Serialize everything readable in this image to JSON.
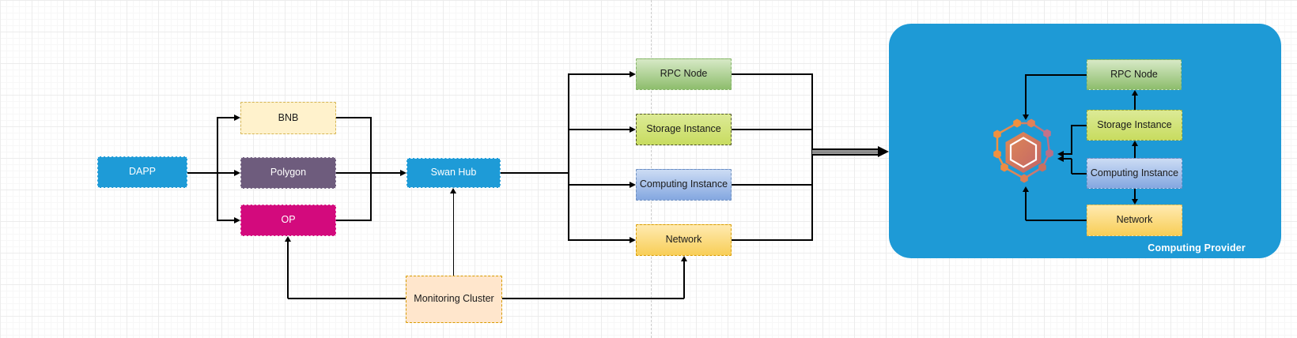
{
  "nodes": {
    "dapp": {
      "label": "DAPP"
    },
    "bnb": {
      "label": "BNB"
    },
    "polygon": {
      "label": "Polygon"
    },
    "op": {
      "label": "OP"
    },
    "swan_hub": {
      "label": "Swan Hub"
    },
    "monitoring_cluster": {
      "label": "Monitoring Cluster"
    }
  },
  "resources": [
    {
      "label": "RPC Node"
    },
    {
      "label": "Storage Instance"
    },
    {
      "label": "Computing Instance"
    },
    {
      "label": "Network"
    }
  ],
  "provider": {
    "label": "Computing Provider",
    "icon": "hexagon-cluster-icon",
    "resources": [
      {
        "label": "RPC Node"
      },
      {
        "label": "Storage Instance"
      },
      {
        "label": "Computing Instance"
      },
      {
        "label": "Network"
      }
    ]
  },
  "edges": [
    {
      "from": "DAPP",
      "to": "BNB"
    },
    {
      "from": "DAPP",
      "to": "Polygon"
    },
    {
      "from": "DAPP",
      "to": "OP"
    },
    {
      "from": "BNB",
      "to": "Swan Hub"
    },
    {
      "from": "Polygon",
      "to": "Swan Hub"
    },
    {
      "from": "OP",
      "to": "Swan Hub"
    },
    {
      "from": "Swan Hub",
      "to": "RPC Node"
    },
    {
      "from": "Swan Hub",
      "to": "Storage Instance"
    },
    {
      "from": "Swan Hub",
      "to": "Computing Instance"
    },
    {
      "from": "Swan Hub",
      "to": "Network"
    },
    {
      "from": "Resources",
      "to": "Computing Provider"
    },
    {
      "from": "Monitoring Cluster",
      "to": "Swan Hub"
    },
    {
      "from": "Monitoring Cluster",
      "to": "OP"
    },
    {
      "from": "Monitoring Cluster",
      "to": "Network"
    },
    {
      "from": "Provider RPC Node",
      "to": "Hexagon cluster"
    },
    {
      "from": "Provider Storage Instance",
      "to": "Hexagon cluster"
    },
    {
      "from": "Provider Computing Instance",
      "to": "Hexagon cluster"
    },
    {
      "from": "Provider Network",
      "to": "Hexagon cluster"
    },
    {
      "from": "Provider Storage Instance",
      "to": "Provider RPC Node"
    },
    {
      "from": "Provider Computing Instance",
      "to": "Provider Storage Instance"
    },
    {
      "from": "Provider Computing Instance",
      "to": "Provider Network"
    }
  ],
  "colors": {
    "node_blue": "#1E9BD7",
    "provider_blue": "#1E9AD6",
    "bnb_fill": "#FFF2CC",
    "bnb_stroke": "#D6B656",
    "polygon_fill": "#6E5C7D",
    "op_fill": "#D30A7D",
    "monitoring_fill": "#FFE6CC",
    "monitoring_stroke": "#D79B00",
    "green_fill_top": "#D7E9C6",
    "green_fill_bottom": "#8DBD6C",
    "green_stroke": "#82B366",
    "lime_fill_top": "#DCEA96",
    "lime_fill_bottom": "#C8DC60",
    "blue_fill_top": "#CCDCF4",
    "blue_fill_bottom": "#84A7E0",
    "blue_stroke": "#6C8EBF",
    "yellow_fill_top": "#FFEAB0",
    "yellow_fill_bottom": "#F8CE57",
    "yellow_stroke": "#D79B00",
    "line": "#000000",
    "icon_orange": "#F0913F",
    "icon_rose": "#B96F87"
  }
}
